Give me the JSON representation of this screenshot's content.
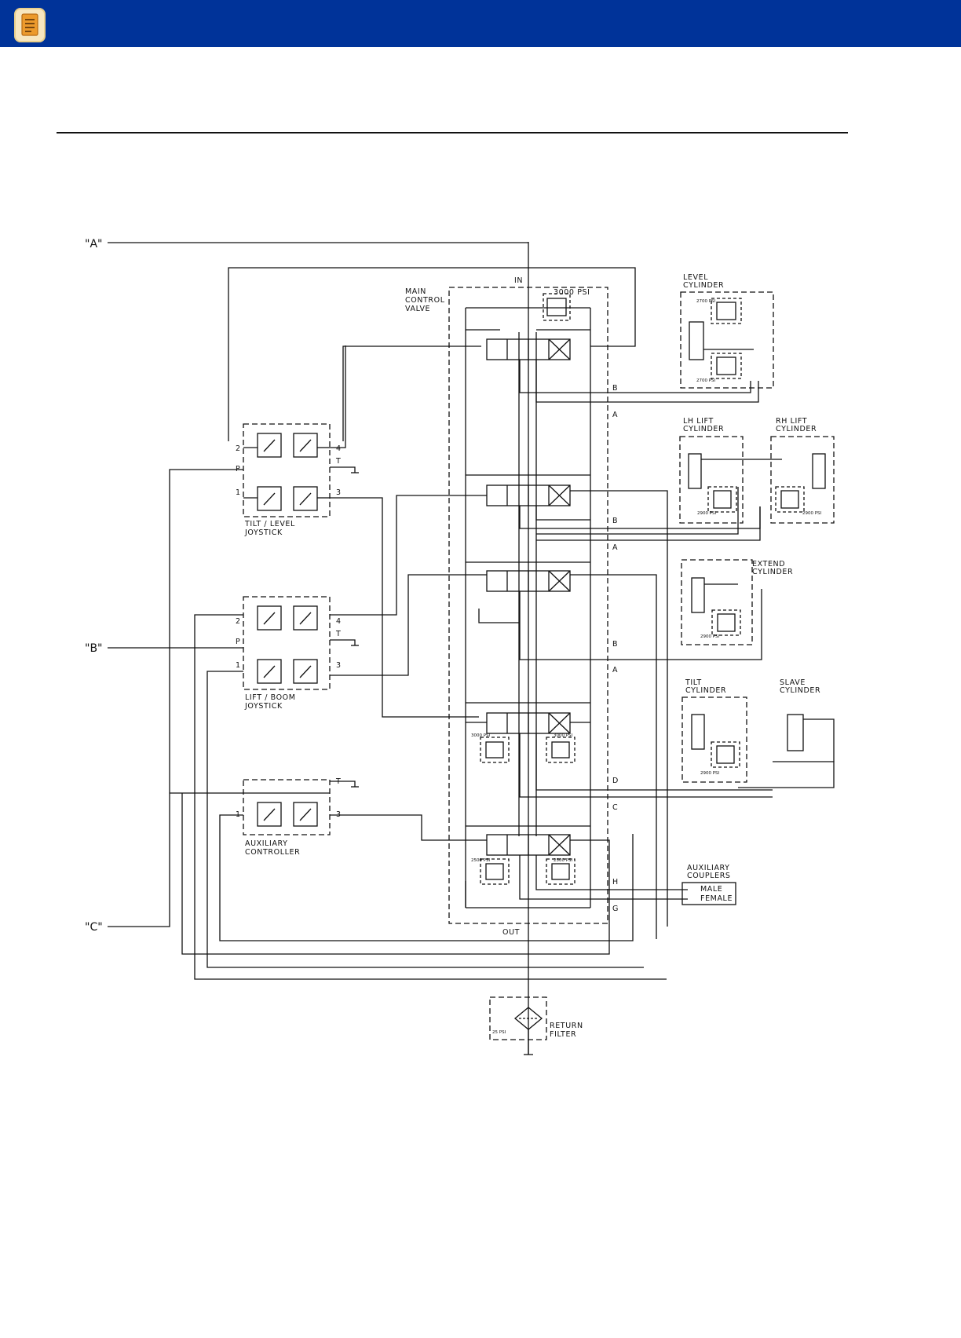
{
  "header": {
    "doc_icon": "document-icon",
    "bar_color": "#003399"
  },
  "diagram": {
    "refs": {
      "a": "\"A\"",
      "b": "\"B\"",
      "c": "\"C\""
    },
    "valve": {
      "in": "IN",
      "out": "OUT",
      "title1": "MAIN",
      "title2": "CONTROL",
      "title3": "VALVE",
      "relief": "3000 PSI"
    },
    "ports": {
      "b1": "B",
      "a1": "A",
      "b2": "B",
      "a2": "A",
      "b3": "B",
      "a3": "A",
      "d": "D",
      "c": "C",
      "h": "H",
      "g": "G"
    },
    "joystick1": {
      "line1": "TILT / LEVEL",
      "line2": "JOYSTICK",
      "p2": "2",
      "pp": "P",
      "p1": "1",
      "p4": "4",
      "pt": "T",
      "p3": "3"
    },
    "joystick2": {
      "line1": "LIFT / BOOM",
      "line2": "JOYSTICK",
      "p2": "2",
      "pp": "P",
      "p1": "1",
      "p4": "4",
      "pt": "T",
      "p3": "3"
    },
    "aux": {
      "line1": "AUXILIARY",
      "line2": "CONTROLLER",
      "p1": "1",
      "pt": "T",
      "p3": "3"
    },
    "level": {
      "line1": "LEVEL",
      "line2": "CYLINDER",
      "psi_a": "2700 PSI",
      "psi_b": "2700 PSI"
    },
    "lh": {
      "line1": "LH LIFT",
      "line2": "CYLINDER",
      "psi": "2900 PSI"
    },
    "rh": {
      "line1": "RH LIFT",
      "line2": "CYLINDER",
      "psi": "2900 PSI"
    },
    "extend": {
      "line1": "EXTEND",
      "line2": "CYLINDER",
      "psi": "2900 PSI"
    },
    "tilt": {
      "line1": "TILT",
      "line2": "CYLINDER",
      "psi": "2900 PSI"
    },
    "slave": {
      "line1": "SLAVE",
      "line2": "CYLINDER"
    },
    "couplers": {
      "line1": "AUXILIARY",
      "line2": "COUPLERS",
      "male": "MALE",
      "female": "FEMALE"
    },
    "filter": {
      "line1": "RETURN",
      "line2": "FILTER",
      "psi": "25 PSI"
    },
    "relief4": {
      "left": "3000 PSI",
      "right": "3000 PSI"
    },
    "relief5": {
      "left": "2500 PSI",
      "right": "2500 PSI"
    }
  }
}
